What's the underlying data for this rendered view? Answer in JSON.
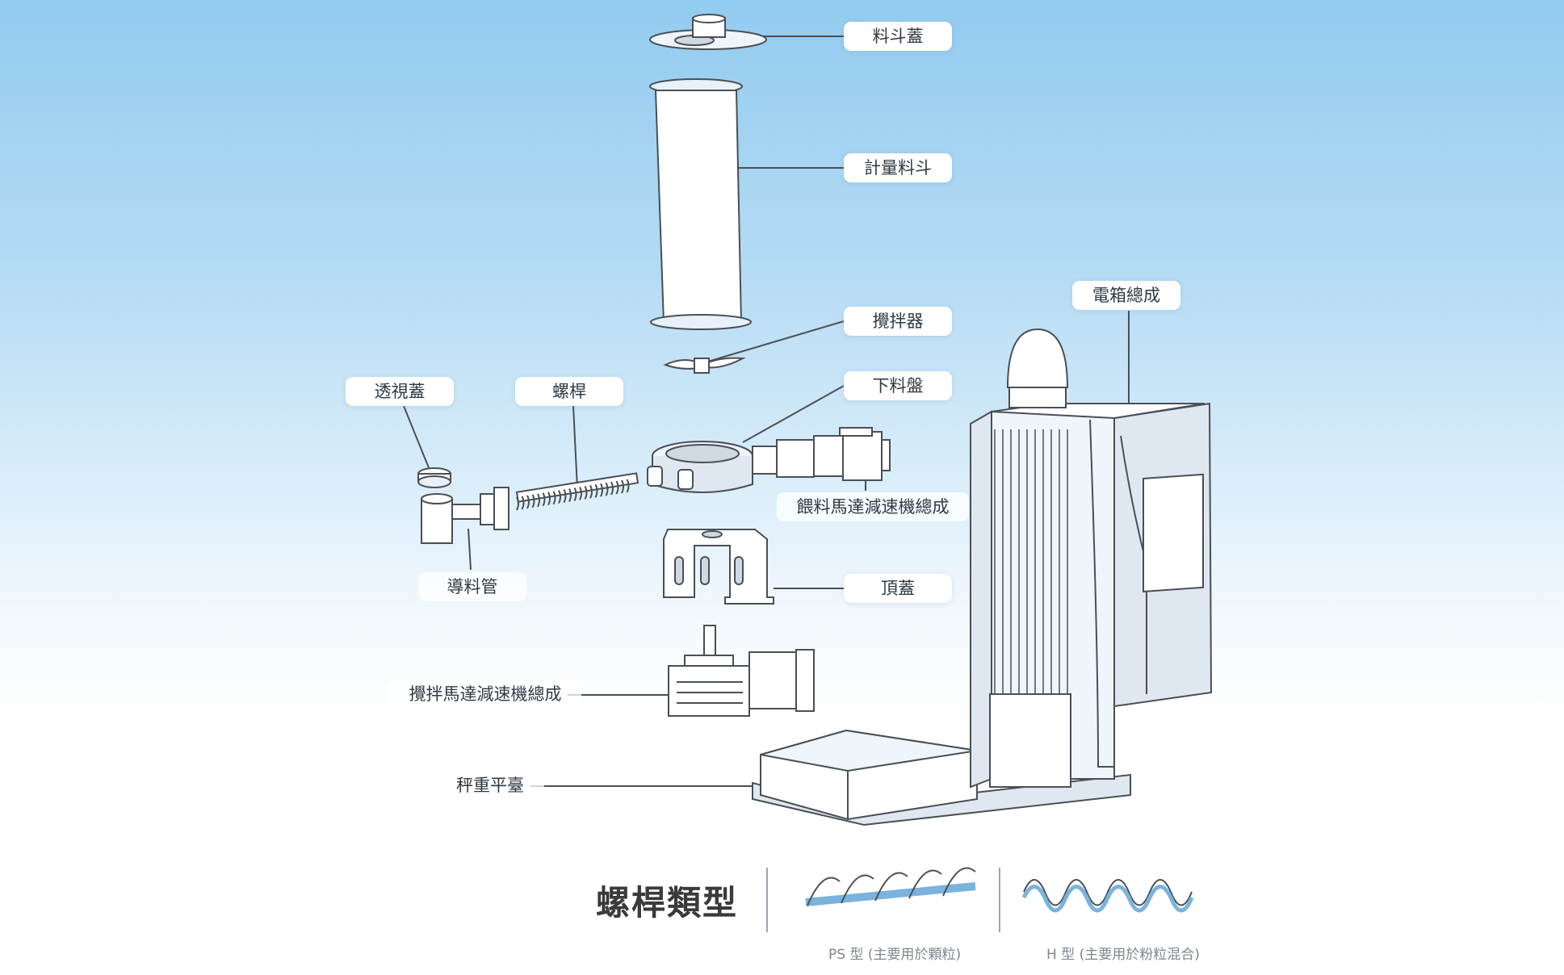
{
  "labels": {
    "hopper_lid": "料斗蓋",
    "metering_hopper": "計量料斗",
    "agitator": "攪拌器",
    "feed_plate": "下料盤",
    "sight_cover": "透視蓋",
    "screw": "螺桿",
    "control_box": "電箱總成",
    "feed_motor": "餵料馬達減速機總成",
    "feed_tube": "導料管",
    "top_cover": "頂蓋",
    "agitator_motor": "攪拌馬達減速機總成",
    "weighing_platform": "秤重平臺"
  },
  "screw_types": {
    "title": "螺桿類型",
    "ps_caption": "PS 型 (主要用於顆粒)",
    "h_caption": "H 型 (主要用於粉粒混合)"
  },
  "colors": {
    "line": "#4a4f55",
    "part_fill": "#eef6fc",
    "part_dark": "#cfd9e2"
  }
}
